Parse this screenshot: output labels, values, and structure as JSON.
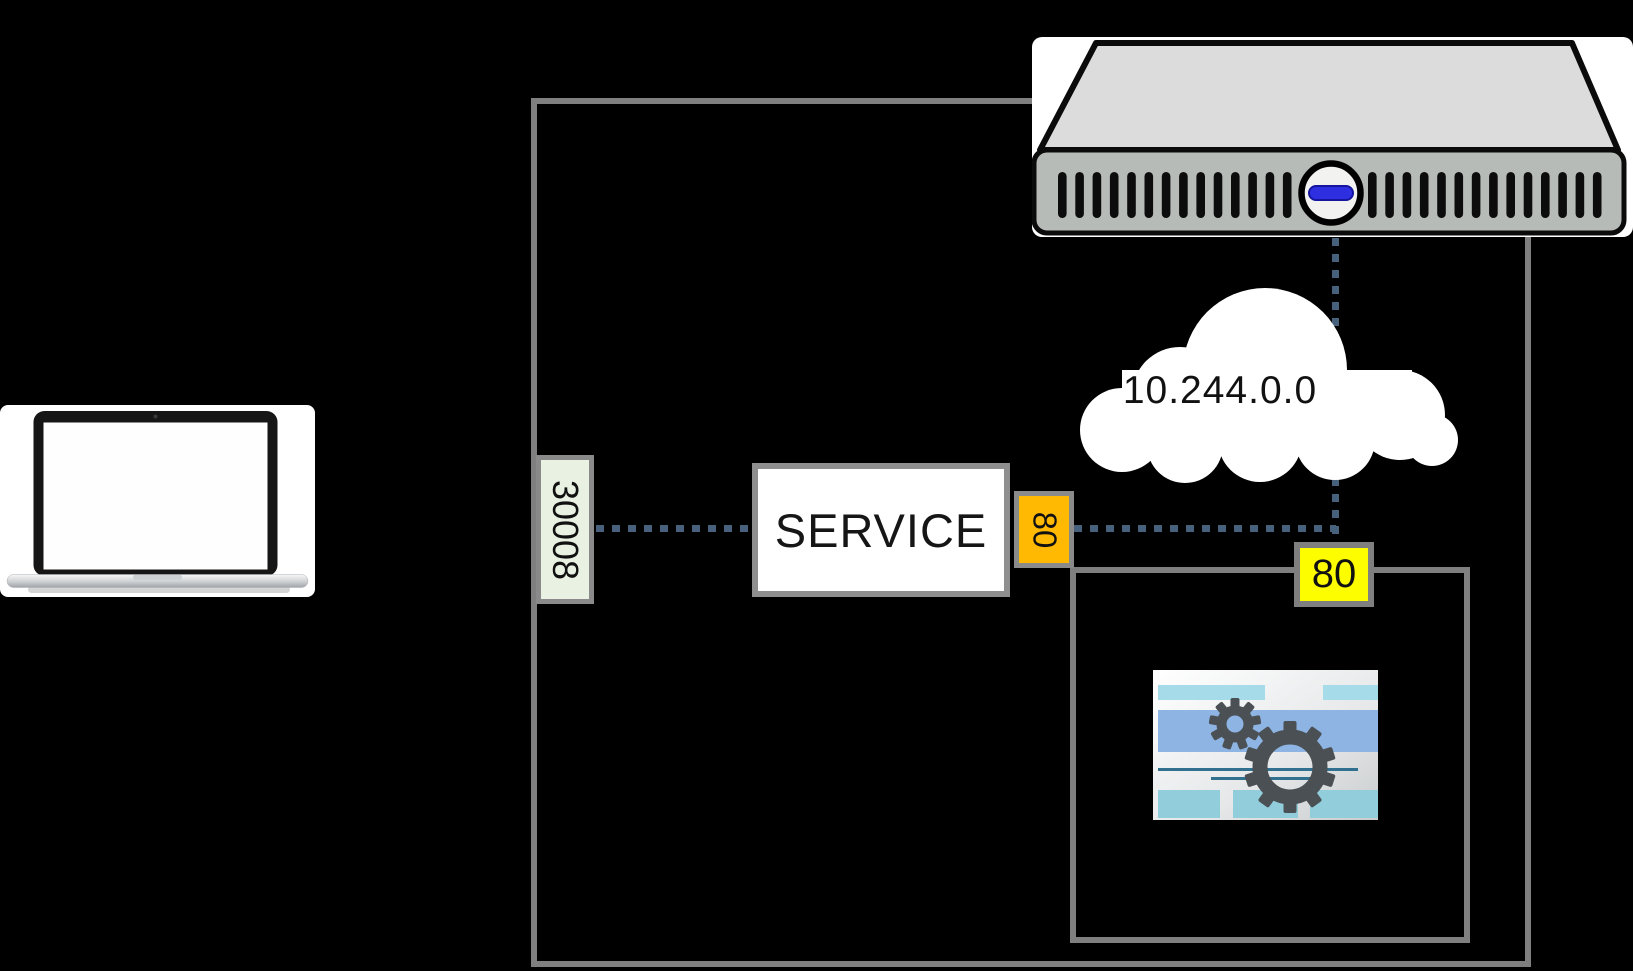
{
  "diagram": {
    "title": "nodeport-service-network-diagram",
    "node_port": "30008",
    "service_label": "SERVICE",
    "service_target_port": "80",
    "pod_port": "80",
    "cluster_network_ip": "10.244.0.0"
  },
  "palette": {
    "background": "#000000",
    "boundary_border": "#7f7f7f",
    "dotted_line": "#47607c",
    "nodeport_fill": "#e9f2e2",
    "service_port_fill": "#ffb902",
    "pod_port_fill": "#fdfd00",
    "service_fill": "#ffffff",
    "cloud_fill": "#ffffff"
  }
}
